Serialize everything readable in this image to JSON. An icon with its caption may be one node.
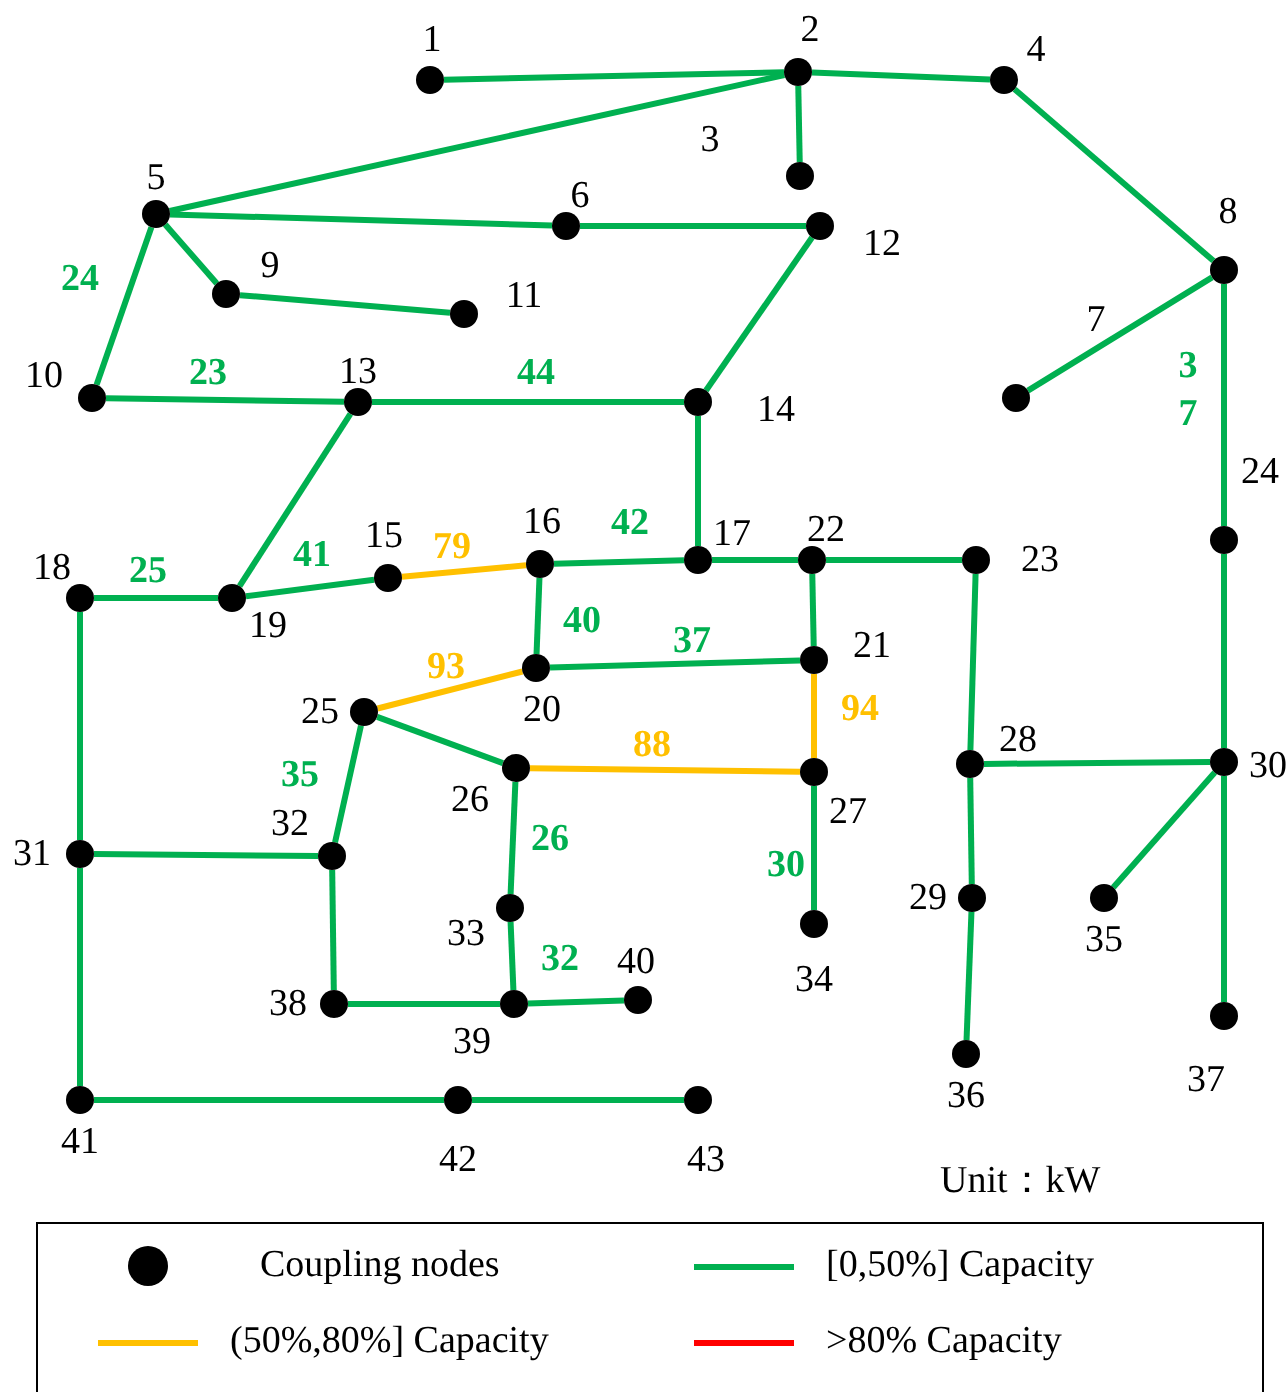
{
  "diagram": {
    "nodes": [
      {
        "text": [],
        "shape": "circle",
        "beside": [
          "1"
        ]
      },
      {
        "text": [],
        "shape": "circle",
        "beside": [
          "2"
        ]
      },
      {
        "text": [],
        "shape": "circle",
        "beside": [
          "3"
        ]
      },
      {
        "text": [],
        "shape": "circle",
        "beside": [
          "4"
        ]
      },
      {
        "text": [],
        "shape": "circle",
        "beside": [
          "5"
        ]
      },
      {
        "text": [],
        "shape": "circle",
        "beside": [
          "6"
        ]
      },
      {
        "text": [],
        "shape": "circle",
        "beside": [
          "7"
        ]
      },
      {
        "text": [],
        "shape": "circle",
        "beside": [
          "8"
        ]
      },
      {
        "text": [],
        "shape": "circle",
        "beside": [
          "9"
        ]
      },
      {
        "text": [],
        "shape": "circle",
        "beside": [
          "10"
        ]
      },
      {
        "text": [],
        "shape": "circle",
        "beside": [
          "11"
        ]
      },
      {
        "text": [],
        "shape": "circle",
        "beside": [
          "12"
        ]
      },
      {
        "text": [],
        "shape": "circle",
        "beside": [
          "13"
        ]
      },
      {
        "text": [],
        "shape": "circle",
        "beside": [
          "14"
        ]
      },
      {
        "text": [],
        "shape": "circle",
        "beside": [
          "15"
        ]
      },
      {
        "text": [],
        "shape": "circle",
        "beside": [
          "16"
        ]
      },
      {
        "text": [],
        "shape": "circle",
        "beside": [
          "17"
        ]
      },
      {
        "text": [],
        "shape": "circle",
        "beside": [
          "18"
        ]
      },
      {
        "text": [],
        "shape": "circle",
        "beside": [
          "19"
        ]
      },
      {
        "text": [],
        "shape": "circle",
        "beside": [
          "20"
        ]
      },
      {
        "text": [],
        "shape": "circle",
        "beside": [
          "21"
        ]
      },
      {
        "text": [],
        "shape": "circle",
        "beside": [
          "22"
        ]
      },
      {
        "text": [],
        "shape": "circle",
        "beside": [
          "23"
        ]
      },
      {
        "text": [],
        "shape": "circle",
        "beside": [
          "24"
        ]
      },
      {
        "text": [],
        "shape": "circle",
        "beside": [
          "25"
        ]
      },
      {
        "text": [],
        "shape": "circle",
        "beside": [
          "26"
        ]
      },
      {
        "text": [],
        "shape": "circle",
        "beside": [
          "27"
        ]
      },
      {
        "text": [],
        "shape": "circle",
        "beside": [
          "28"
        ]
      },
      {
        "text": [],
        "shape": "circle",
        "beside": [
          "29"
        ]
      },
      {
        "text": [],
        "shape": "circle",
        "beside": [
          "30"
        ]
      },
      {
        "text": [],
        "shape": "circle",
        "beside": [
          "31"
        ]
      },
      {
        "text": [],
        "shape": "circle",
        "beside": [
          "32"
        ]
      },
      {
        "text": [],
        "shape": "circle",
        "beside": [
          "33"
        ]
      },
      {
        "text": [],
        "shape": "circle",
        "beside": [
          "34"
        ]
      },
      {
        "text": [],
        "shape": "circle",
        "beside": [
          "35"
        ]
      },
      {
        "text": [],
        "shape": "circle",
        "beside": [
          "36"
        ]
      },
      {
        "text": [],
        "shape": "circle",
        "beside": [
          "37"
        ]
      },
      {
        "text": [],
        "shape": "circle",
        "beside": [
          "38"
        ]
      },
      {
        "text": [],
        "shape": "circle",
        "beside": [
          "39"
        ]
      },
      {
        "text": [],
        "shape": "circle",
        "beside": [
          "40"
        ]
      },
      {
        "text": [],
        "shape": "circle",
        "beside": [
          "41"
        ]
      },
      {
        "text": [],
        "shape": "circle",
        "beside": [
          "42"
        ]
      },
      {
        "text": [],
        "shape": "circle",
        "beside": [
          "43"
        ]
      }
    ],
    "edges": [
      {
        "from": 0,
        "to": 1,
        "arrow": "none"
      },
      {
        "from": 1,
        "to": 3,
        "arrow": "none"
      },
      {
        "from": 1,
        "to": 4,
        "arrow": "none"
      },
      {
        "from": 1,
        "to": 2,
        "arrow": "none"
      },
      {
        "from": 3,
        "to": 7,
        "arrow": "none"
      },
      {
        "from": 4,
        "to": 5,
        "arrow": "none"
      },
      {
        "from": 5,
        "to": 11,
        "arrow": "none"
      },
      {
        "from": 4,
        "to": 8,
        "arrow": "none"
      },
      {
        "from": 8,
        "to": 10,
        "arrow": "none"
      },
      {
        "from": 4,
        "to": 9,
        "arrow": "none",
        "label": "24"
      },
      {
        "from": 9,
        "to": 12,
        "arrow": "none",
        "label": "23"
      },
      {
        "from": 12,
        "to": 13,
        "arrow": "none",
        "label": "44"
      },
      {
        "from": 11,
        "to": 13,
        "arrow": "none"
      },
      {
        "from": 7,
        "to": 6,
        "arrow": "none"
      },
      {
        "from": 7,
        "to": 23,
        "arrow": "none",
        "label": "37"
      },
      {
        "from": 13,
        "to": 16,
        "arrow": "none"
      },
      {
        "from": 12,
        "to": 18,
        "arrow": "none"
      },
      {
        "from": 17,
        "to": 18,
        "arrow": "none",
        "label": "25"
      },
      {
        "from": 18,
        "to": 14,
        "arrow": "none",
        "label": "41"
      },
      {
        "from": 14,
        "to": 15,
        "arrow": "none",
        "label": "79",
        "color": "#ffc000"
      },
      {
        "from": 15,
        "to": 16,
        "arrow": "none",
        "label": "42"
      },
      {
        "from": 16,
        "to": 21,
        "arrow": "none"
      },
      {
        "from": 21,
        "to": 22,
        "arrow": "none"
      },
      {
        "from": 15,
        "to": 19,
        "arrow": "none",
        "label": "40"
      },
      {
        "from": 19,
        "to": 20,
        "arrow": "none",
        "label": "37"
      },
      {
        "from": 21,
        "to": 20,
        "arrow": "none"
      },
      {
        "from": 19,
        "to": 24,
        "arrow": "none",
        "label": "93",
        "color": "#ffc000"
      },
      {
        "from": 20,
        "to": 26,
        "arrow": "none",
        "label": "94",
        "color": "#ffc000"
      },
      {
        "from": 24,
        "to": 25,
        "arrow": "none"
      },
      {
        "from": 25,
        "to": 26,
        "arrow": "none",
        "label": "88",
        "color": "#ffc000"
      },
      {
        "from": 24,
        "to": 31,
        "arrow": "none",
        "label": "35"
      },
      {
        "from": 25,
        "to": 32,
        "arrow": "none",
        "label": "26"
      },
      {
        "from": 26,
        "to": 33,
        "arrow": "none",
        "label": "30"
      },
      {
        "from": 22,
        "to": 27,
        "arrow": "none"
      },
      {
        "from": 27,
        "to": 28,
        "arrow": "none"
      },
      {
        "from": 28,
        "to": 35,
        "arrow": "none"
      },
      {
        "from": 27,
        "to": 29,
        "arrow": "none"
      },
      {
        "from": 23,
        "to": 29,
        "arrow": "none"
      },
      {
        "from": 29,
        "to": 34,
        "arrow": "none"
      },
      {
        "from": 29,
        "to": 36,
        "arrow": "none"
      },
      {
        "from": 17,
        "to": 30,
        "arrow": "none"
      },
      {
        "from": 30,
        "to": 31,
        "arrow": "none"
      },
      {
        "from": 31,
        "to": 37,
        "arrow": "none"
      },
      {
        "from": 37,
        "to": 38,
        "arrow": "none"
      },
      {
        "from": 32,
        "to": 38,
        "arrow": "none",
        "label": "32"
      },
      {
        "from": 38,
        "to": 39,
        "arrow": "none"
      },
      {
        "from": 30,
        "to": 40,
        "arrow": "none"
      },
      {
        "from": 40,
        "to": 41,
        "arrow": "none"
      },
      {
        "from": 41,
        "to": 42,
        "arrow": "none"
      }
    ],
    "labels": [
      "Unit：kW"
    ],
    "legend": [
      {
        "text": "Coupling nodes"
      },
      {
        "text": "[0,50%] Capacity",
        "color": "#00b050"
      },
      {
        "text": "(50%,80%] Capacity",
        "color": "#ffc000"
      },
      {
        "text": ">80% Capacity",
        "color": "#ff0000"
      }
    ]
  }
}
